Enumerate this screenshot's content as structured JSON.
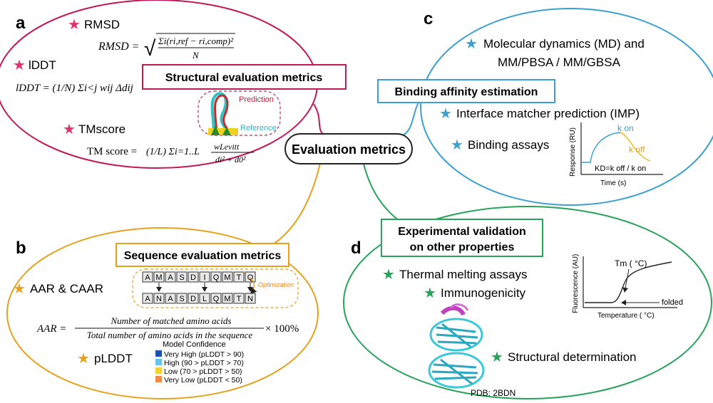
{
  "center": {
    "label": "Evaluation metrics"
  },
  "panel_a": {
    "letter": "a",
    "title": "Structural evaluation metrics",
    "rmsd": {
      "name": "RMSD",
      "lhs": "RMSD =",
      "numer": "Σi(ri,ref − ri,comp)²",
      "denom": "N"
    },
    "lddt": {
      "name": "lDDT",
      "formula": "lDDT = (1/N) Σi<j wij Δdij"
    },
    "tmscore": {
      "name": "TMscore",
      "lhs": "TM score =",
      "sum": "(1/L) Σi=1..L",
      "numer": "wLevitt",
      "denom": "di² + d0²"
    },
    "legend_prediction": "Prediction",
    "legend_reference": "Reference",
    "color": "#c2185b"
  },
  "panel_b": {
    "letter": "b",
    "title": "Sequence evaluation metrics",
    "aar_name": "AAR & CAAR",
    "seq_top": [
      "A",
      "M",
      "A",
      "S",
      "D",
      "I",
      "Q",
      "M",
      "T",
      "Q"
    ],
    "seq_bottom": [
      "A",
      "N",
      "A",
      "S",
      "D",
      "L",
      "Q",
      "M",
      "T",
      "N"
    ],
    "optimization": "Optimization",
    "aar_lhs": "AAR =",
    "aar_numer": "Number of matched amino acids",
    "aar_denom": "Total number of amino acids in the sequence",
    "aar_tail": "× 100%",
    "plddt_name": "pLDDT",
    "confidence_title": "Model Confidence",
    "confidence": [
      {
        "label": "Very High (pLDDT > 90)",
        "color": "#1f4fb0"
      },
      {
        "label": "High (90 > pLDDT > 70)",
        "color": "#66c5ee"
      },
      {
        "label": "Low (70 > pLDDT > 50)",
        "color": "#f3d234"
      },
      {
        "label": "Very Low (pLDDT < 50)",
        "color": "#ef8a47"
      }
    ],
    "color": "#e6a11c"
  },
  "panel_c": {
    "letter": "c",
    "title": "Binding affinity estimation",
    "items": [
      "Molecular dynamics (MD) and",
      "MM/PBSA / MM/GBSA",
      "Interface matcher prediction (IMP)",
      "Binding assays"
    ],
    "chart_ylabel": "Response (RU)",
    "chart_xlabel": "Time (s)",
    "kon": "k on",
    "koff": "k off",
    "kd": "KD=k off / k on",
    "color": "#3aa0d0"
  },
  "panel_d": {
    "letter": "d",
    "title_line1": "Experimental validation",
    "title_line2": "on other properties",
    "items": [
      "Thermal melting assays",
      "Immunogenicity",
      "Structural determination"
    ],
    "pdb": "PDB: 2BDN",
    "chart_ylabel": "Fluorescence (AU)",
    "chart_xlabel": "Temperature ( °C)",
    "tm": "Tm ( °C)",
    "folded": "folded",
    "color": "#27a35a"
  }
}
